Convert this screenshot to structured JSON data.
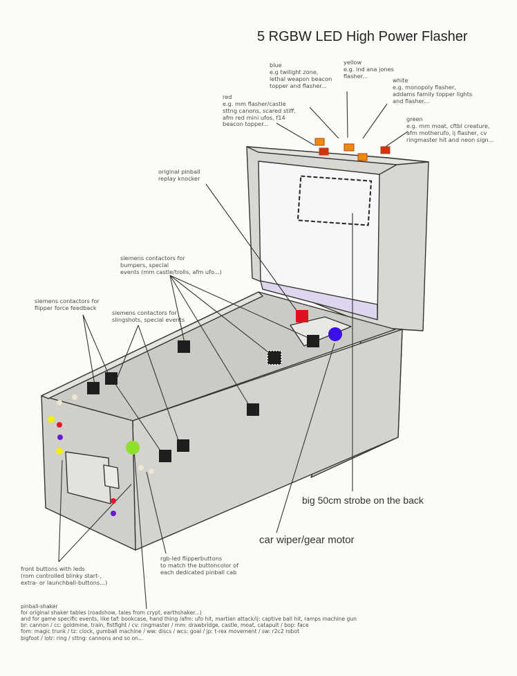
{
  "title": "5 RGBW LED High Power Flasher",
  "labels": {
    "blue": "blue\ne.g twilight zone,\nlethal weapon beacon\ntopper and flasher...",
    "yellow": "yellow\ne.g. ind ana jones\nflasher...",
    "white": "white\ne.g. monopoly flasher,\naddams family topper lights\nand flasher...",
    "red": "red\ne.g. mm flasher/castle\nsttng canons, scared stiff,\nafm red mini ufos, f14\nbeacon topper...",
    "green": "green\ne.g. mm moat, cftbl creature,\nafm motherufo, ij flasher, cv\nringmaster hit and neon sign...",
    "knocker": "original pinball\nreplay knocker",
    "bumpers": "siemens contactors for\nbumpers, special\nevents (mm castle/trolls, afm ufo...)",
    "flipper_feedback": "siemens contactors for\nflipper force feedback",
    "slingshots": "siemens contactors for\nslingshots, special events",
    "strobe": "big 50cm strobe on the back",
    "wiper": "car wiper/gear motor",
    "front_buttons": "front buttons with leds\n(rom controlled blinky start-,\nextra- or launchball-buttons...)",
    "flipper_buttons": "rgb-led flipperbuttons\nto match the buttoncolor of\neach dedicated pinball cab",
    "shaker": "pinball-shaker\nfor original shaker tables (roadshow, tales from crypt, earthshaker...)\nand for game specific events, like taf: bookcase, hand thing /afm: ufo hit, martian attack/ij: captive ball hit, ramps machine gun\nbr: cannon / cc: goldmine, train, fistfight / cv: ringmaster / mm: drawbridge, castle, moat, catapult / bop: face\nfom: magic trunk / tz: clock, gumball machine / ww: discs / wcs: goal / jp: t-rex movement / sw: r2c2 robot\n bigfoot / lotr: ring / sttng: cannons and so on..."
  },
  "colors": {
    "cabinet_fill": "#d5d3ce",
    "playfield_fill": "#cccac4",
    "backbox_fill": "#d9d7d2",
    "backglass_fill": "#f7f7f7",
    "apron_fill": "#ddd6ee",
    "outline": "#333333",
    "contactor": "#1e1e1e",
    "knocker": "#e0101e",
    "blue_button": "#3a10e6",
    "green_button": "#8fe02c",
    "flasher_orange": "#f0890f",
    "flasher_red": "#d43012",
    "front_yellow": "#f2ee12",
    "front_red": "#e01a2e",
    "front_purple": "#6a1ad6"
  }
}
